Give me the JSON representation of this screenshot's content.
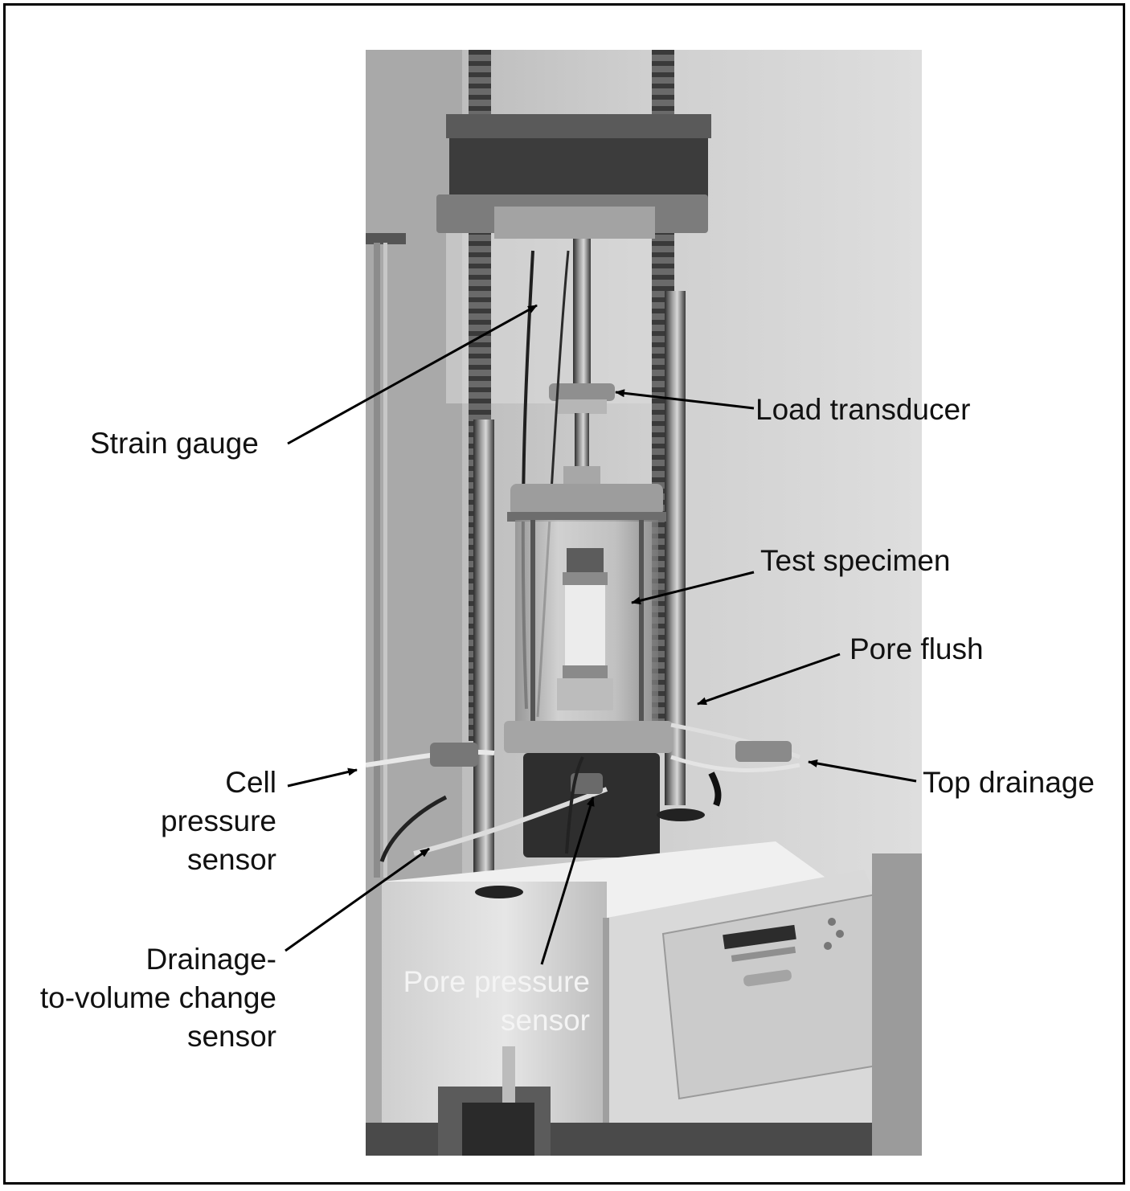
{
  "labels": {
    "strain_gauge": "Strain gauge",
    "load_transducer": "Load transducer",
    "test_specimen": "Test specimen",
    "pore_flush": "Pore flush",
    "top_drainage": "Top drainage",
    "cell_pressure_sensor": [
      "Cell",
      "pressure",
      "sensor"
    ],
    "drainage_volume_sensor": [
      "Drainage-",
      "to-volume change",
      "sensor"
    ],
    "pore_pressure_sensor": [
      "Pore pressure",
      "sensor"
    ]
  },
  "colors": {
    "frame": "#000000",
    "label_text": "#111111",
    "photo_label_text": "#f4f4f4"
  }
}
